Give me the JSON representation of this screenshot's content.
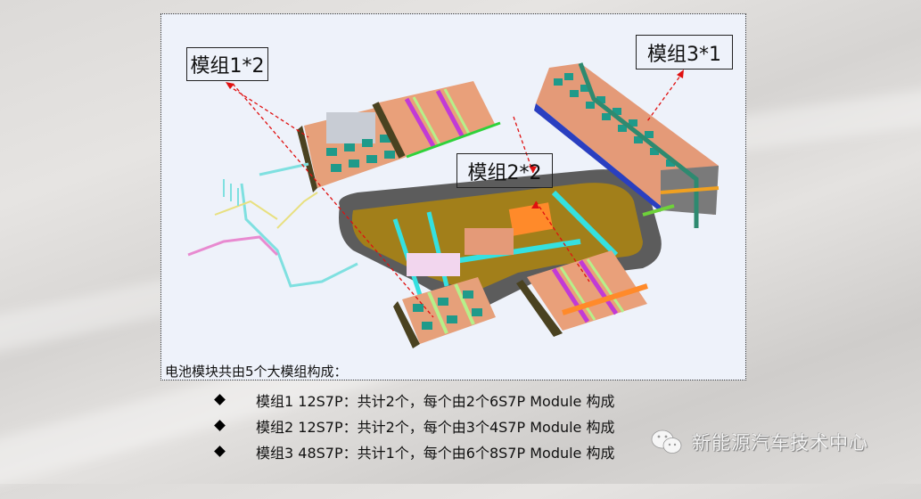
{
  "diagram": {
    "labels": [
      {
        "text": "模组1*2"
      },
      {
        "text": "模组2*2"
      },
      {
        "text": "模组3*1"
      }
    ],
    "caption": "电池模块共由5个大模组构成：",
    "colors": {
      "frame_bg": "#eef2fa",
      "tray": "#a27f1a",
      "tray_rim": "#5a5a5a",
      "cell_orange": "#e9a07a",
      "cell_purple": "#c23ad6",
      "cell_teal": "#1f9a8a",
      "cooling_cyan": "#35e0e0",
      "arrow_red": "#e01010"
    }
  },
  "bullets": [
    {
      "text": "模组1 12S7P：共计2个，每个由2个6S7P Module 构成"
    },
    {
      "text": "模组2 12S7P：共计2个，每个由3个4S7P Module 构成"
    },
    {
      "text": "模组3 48S7P：共计1个，每个由6个8S7P Module 构成"
    }
  ],
  "watermark": {
    "icon": "wechat-icon",
    "text": "新能源汽车技术中心"
  }
}
